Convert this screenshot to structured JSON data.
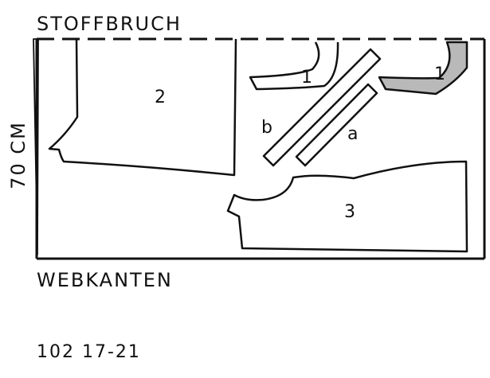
{
  "layout": {
    "fold_label": "STOFFBRUCH",
    "selvage_label": "WEBKANTEN",
    "width_label": "70 CM",
    "reference": "102 17-21"
  },
  "pieces": {
    "piece_2": "2",
    "piece_1_left": "1",
    "piece_1_right": "1",
    "piece_b": "b",
    "piece_a": "a",
    "piece_3": "3"
  },
  "colors": {
    "line": "#111111",
    "highlight": "#b9b9b9",
    "background": "#ffffff"
  }
}
